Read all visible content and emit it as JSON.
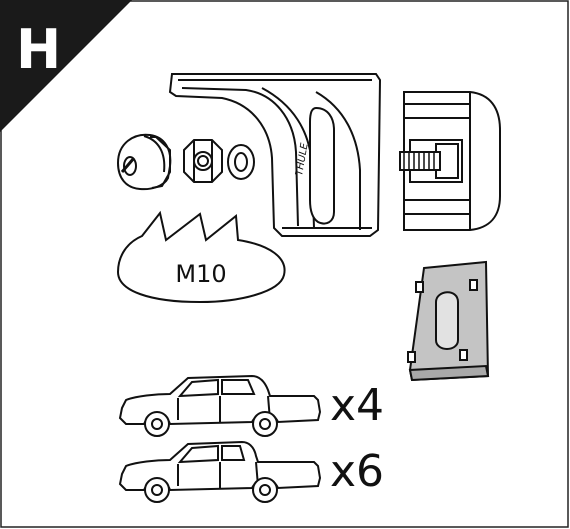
{
  "step_letter": "H",
  "hardware": {
    "thread_size": "M10"
  },
  "vehicles": [
    {
      "type": "double-cab-pickup",
      "quantity_label": "x4"
    },
    {
      "type": "extra-cab-pickup",
      "quantity_label": "x6"
    }
  ],
  "colors": {
    "ink": "#111111",
    "badge": "#1a1a1a",
    "pad_fill": "#c4c4c4"
  }
}
